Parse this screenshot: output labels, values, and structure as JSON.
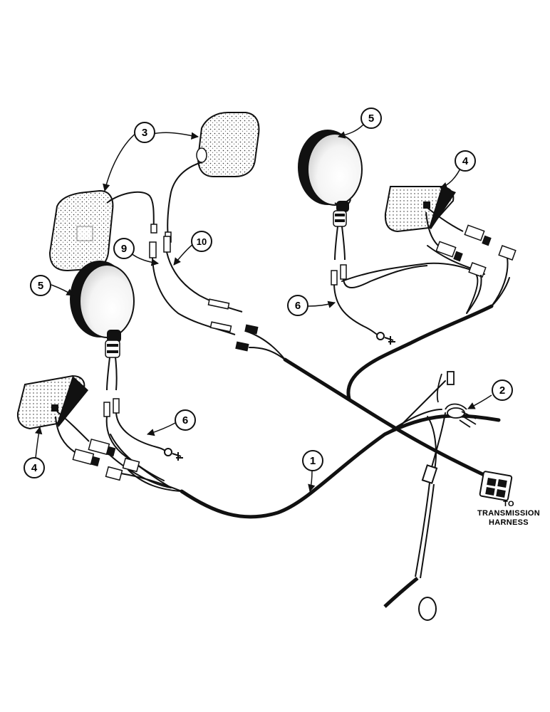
{
  "callouts": {
    "c1": "1",
    "c2": "2",
    "c3": "3",
    "c4_right": "4",
    "c4_left": "4",
    "c5_right": "5",
    "c5_left": "5",
    "c6_right": "6",
    "c6_left": "6",
    "c9": "9",
    "c10": "10"
  },
  "note": {
    "line1": "TO",
    "line2": "TRANSMISSION",
    "line3": "HARNESS"
  },
  "colors": {
    "ink": "#111111",
    "paper": "#ffffff"
  }
}
